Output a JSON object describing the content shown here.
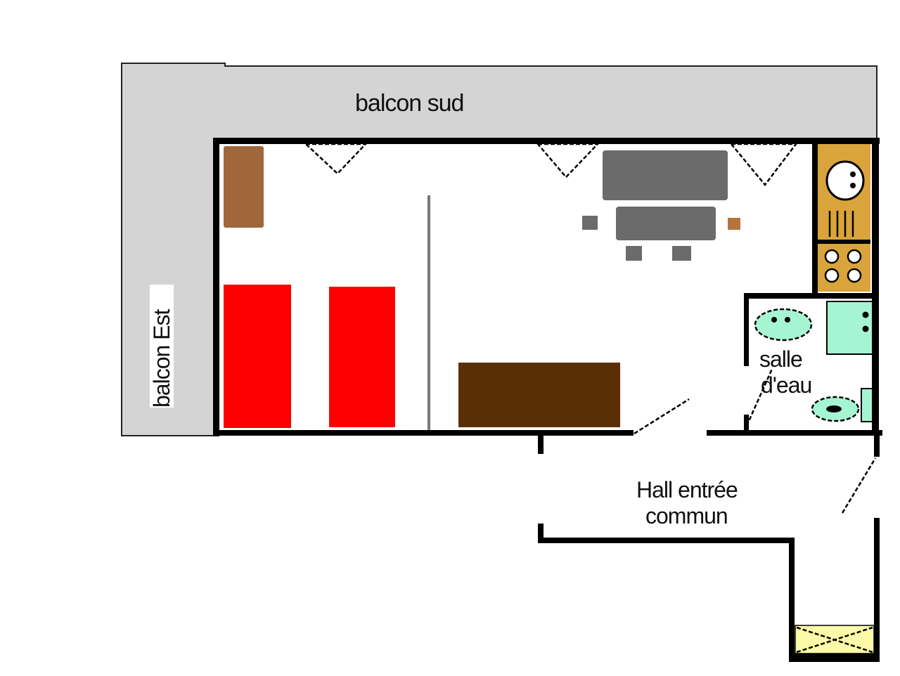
{
  "plan": {
    "labels": {
      "balcon_sud": "balcon sud",
      "balcon_est": "balcon Est",
      "salle_line1": "salle",
      "salle_line2": "d'eau",
      "hall_line1": "Hall entrée",
      "hall_line2": "commun"
    },
    "colors": {
      "balcony": "#d4d4d4",
      "beds": "#ff0000",
      "wardrobe": "#a0673a",
      "sofa": "#5a2f08",
      "table": "#6b6b6b",
      "kitchen": "#d9a43b",
      "sanitary": "#a6f5d2",
      "elevator": "#fafaa8"
    }
  }
}
